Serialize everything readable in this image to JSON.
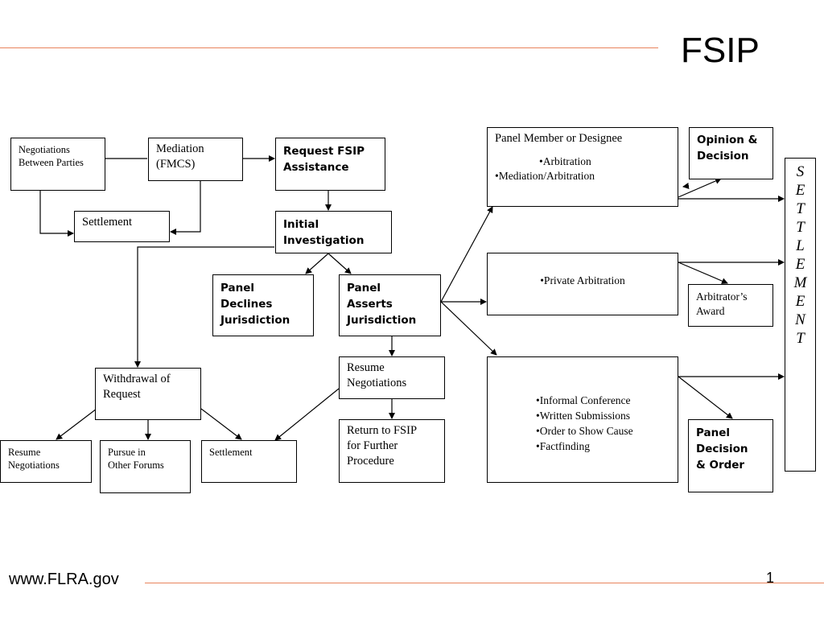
{
  "header": {
    "title": "FSIP"
  },
  "footer": {
    "url": "www.FLRA.gov",
    "page_number": "1"
  },
  "colors": {
    "rule": "#e8845c",
    "box_border": "#000000"
  },
  "boxes": {
    "negotiations": "Negotiations\nBetween Parties",
    "mediation": "Mediation\n(FMCS)",
    "request_fsip": "Request FSIP\nAssistance",
    "settlement_top": "Settlement",
    "initial_investigation": "Initial\nInvestigation",
    "panel_declines": "Panel\nDeclines\nJurisdiction",
    "panel_asserts": "Panel\nAsserts\nJurisdiction",
    "resume_negotiations_mid": "Resume\nNegotiations",
    "return_to_fsip": "Return to FSIP\nfor Further\nProcedure",
    "withdrawal": "Withdrawal of\nRequest",
    "resume_negotiations_bottom": "Resume\nNegotiations",
    "pursue_other": "Pursue in\nOther Forums",
    "settlement_bottom": "Settlement",
    "panel_member": {
      "heading": "Panel Member or Designee",
      "items": [
        "•Arbitration",
        "•Mediation/Arbitration"
      ]
    },
    "opinion_decision": "Opinion &\nDecision",
    "private_arbitration": "•Private Arbitration",
    "arbitrators_award": "Arbitrator’s\nAward",
    "procedures": {
      "items": [
        "•Informal Conference",
        "•Written Submissions",
        "•Order to Show Cause",
        "•Factfinding"
      ]
    },
    "panel_decision_order": "Panel\nDecision\n& Order"
  },
  "settlement_vertical": [
    "S",
    "E",
    "T",
    "T",
    "L",
    "E",
    "M",
    "E",
    "N",
    "T"
  ]
}
